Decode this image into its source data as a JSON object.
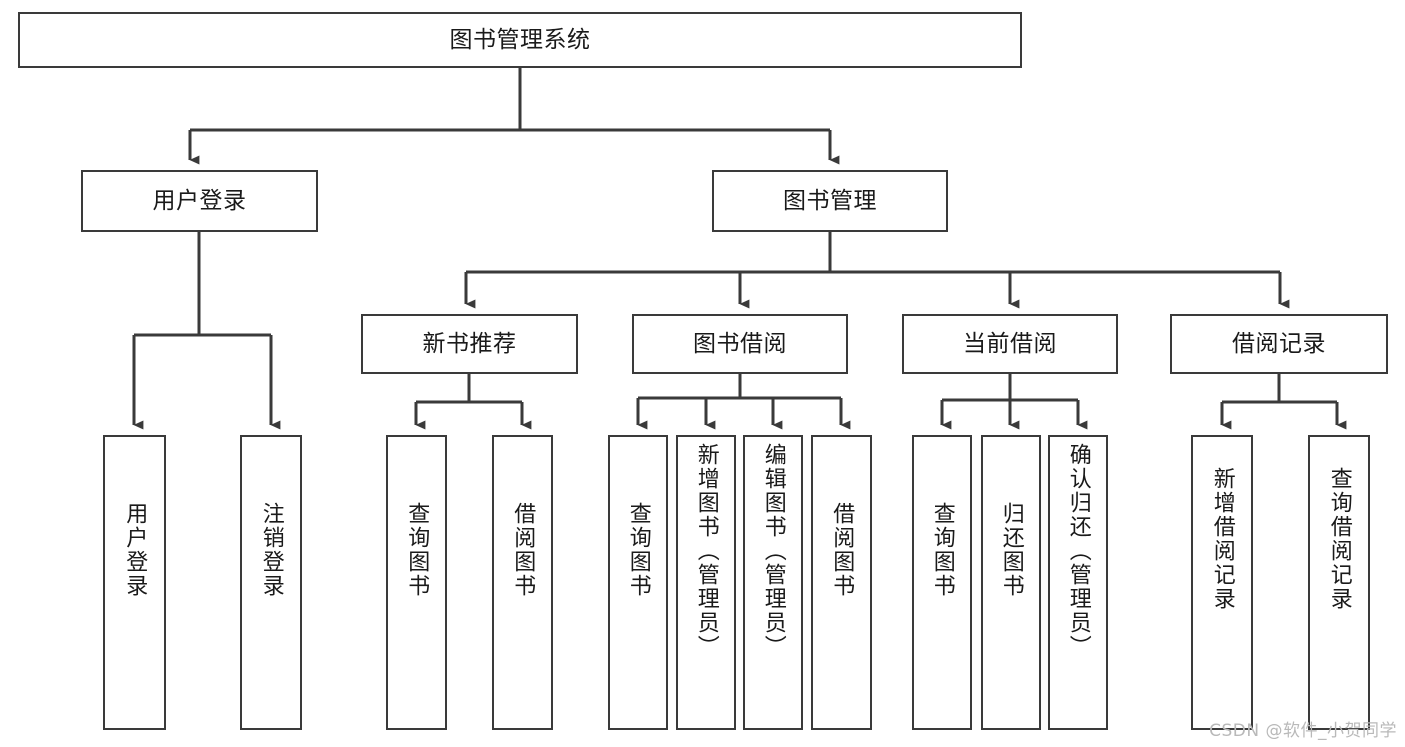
{
  "diagram": {
    "title": "图书管理系统",
    "type": "hierarchy-tree",
    "watermark": "CSDN @软件_小贺同学",
    "colors": {
      "border": "#3a3a3a",
      "background": "#ffffff",
      "text": "#1a1a1a",
      "watermark": "#b9b9b9"
    },
    "levels": {
      "root": {
        "label": "图书管理系统"
      },
      "level1": [
        {
          "label": "用户登录"
        },
        {
          "label": "图书管理"
        }
      ],
      "level2": [
        {
          "label": "新书推荐"
        },
        {
          "label": "图书借阅"
        },
        {
          "label": "当前借阅"
        },
        {
          "label": "借阅记录"
        }
      ],
      "leaves": [
        {
          "label": "用户登录"
        },
        {
          "label": "注销登录"
        },
        {
          "label": "查询图书"
        },
        {
          "label": "借阅图书"
        },
        {
          "label": "查询图书"
        },
        {
          "label": "新增图书（管理员）"
        },
        {
          "label": "编辑图书（管理员）"
        },
        {
          "label": "借阅图书"
        },
        {
          "label": "查询图书"
        },
        {
          "label": "归还图书"
        },
        {
          "label": "确认归还（管理员）"
        },
        {
          "label": "新增借阅记录"
        },
        {
          "label": "查询借阅记录"
        }
      ]
    },
    "tree": {
      "name": "图书管理系统",
      "children": [
        {
          "name": "用户登录",
          "children": [
            {
              "name": "用户登录"
            },
            {
              "name": "注销登录"
            }
          ]
        },
        {
          "name": "图书管理",
          "children": [
            {
              "name": "新书推荐",
              "children": [
                {
                  "name": "查询图书"
                },
                {
                  "name": "借阅图书"
                }
              ]
            },
            {
              "name": "图书借阅",
              "children": [
                {
                  "name": "查询图书"
                },
                {
                  "name": "新增图书（管理员）"
                },
                {
                  "name": "编辑图书（管理员）"
                },
                {
                  "name": "借阅图书"
                }
              ]
            },
            {
              "name": "当前借阅",
              "children": [
                {
                  "name": "查询图书"
                },
                {
                  "name": "归还图书"
                },
                {
                  "name": "确认归还（管理员）"
                }
              ]
            },
            {
              "name": "借阅记录",
              "children": [
                {
                  "name": "新增借阅记录"
                },
                {
                  "name": "查询借阅记录"
                }
              ]
            }
          ]
        }
      ]
    }
  }
}
